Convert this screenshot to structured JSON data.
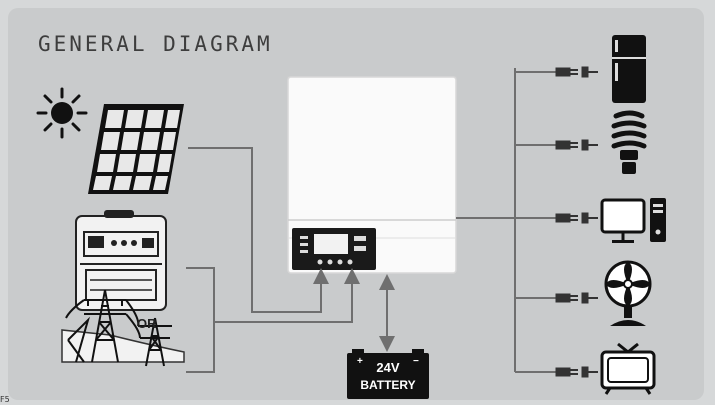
{
  "diagram": {
    "title": "GENERAL DIAGRAM",
    "or_label": "OR",
    "battery": {
      "voltage": "24V",
      "label": "BATTERY"
    },
    "corner_mark": "F5"
  },
  "icons": {
    "sources": [
      "sun-icon",
      "solar-panel-icon",
      "generator-icon",
      "power-grid-tower-icon"
    ],
    "loads": [
      "refrigerator-icon",
      "light-bulb-icon",
      "computer-icon",
      "fan-icon",
      "tv-icon"
    ],
    "center": "inverter-icon"
  },
  "colors": {
    "background": "#d6d8d9",
    "panel": "#c9cbcc",
    "line": "#6f6f6f",
    "battery": "#111111"
  }
}
